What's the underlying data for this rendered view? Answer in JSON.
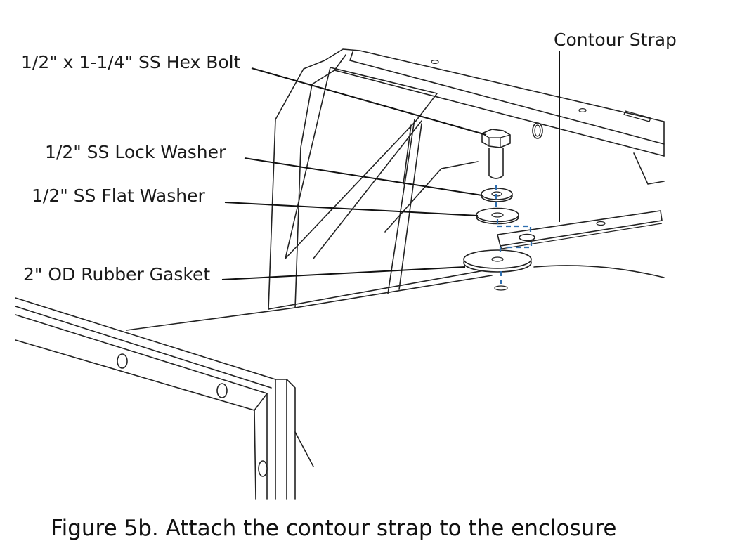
{
  "labels": {
    "contour_strap": "Contour Strap",
    "hex_bolt": "1/2\" x 1-1/4\" SS Hex Bolt",
    "lock_washer": "1/2\" SS Lock Washer",
    "flat_washer": "1/2\" SS Flat Washer",
    "rubber_gasket": "2\" OD Rubber Gasket"
  },
  "caption": "Figure 5b. Attach the contour strap to the enclosure",
  "colors": {
    "line": "#222222",
    "alignment_dash": "#2f6fb0",
    "background": "#ffffff"
  }
}
